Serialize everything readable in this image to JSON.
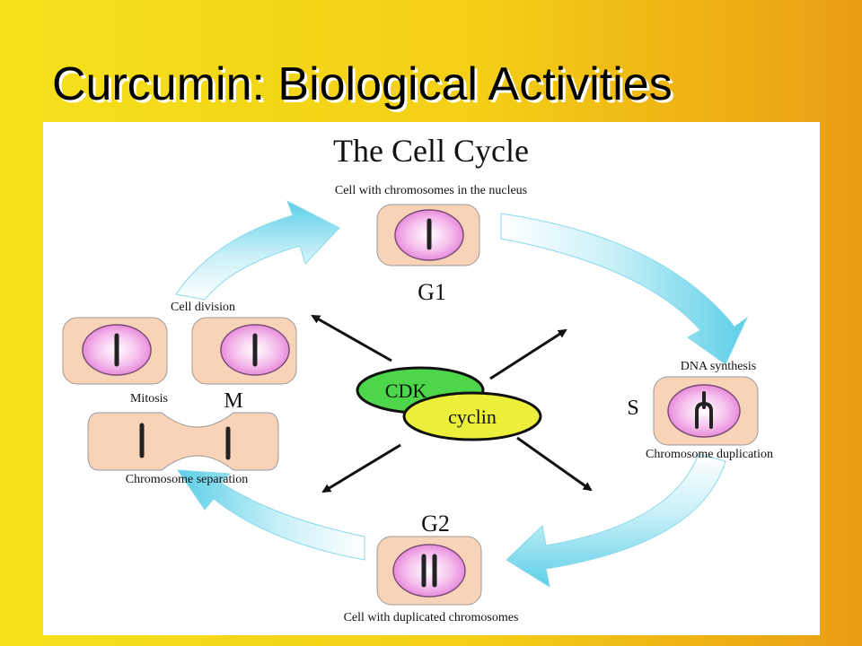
{
  "slide": {
    "title": "Curcumin: Biological Activities"
  },
  "diagram": {
    "title": "The Cell Cycle",
    "subtitle": "Cell with chromosomes in the nucleus",
    "phases": {
      "g1": "G1",
      "s": "S",
      "g2": "G2",
      "m": "M"
    },
    "labels": {
      "cell_division": "Cell division",
      "mitosis": "Mitosis",
      "chromosome_separation": "Chromosome separation",
      "dna_synthesis": "DNA synthesis",
      "chromosome_duplication": "Chromosome duplication",
      "duplicated": "Cell with duplicated chromosomes"
    },
    "center": {
      "cdk": "CDK",
      "cyclin": "cyclin"
    },
    "colors": {
      "cell_fill": "#f9d3b8",
      "nucleus_fill": "#f2a0e4",
      "arrow_fill": "#70d6ec",
      "cdk_fill": "#4ed64a",
      "cyclin_fill": "#ecf03a"
    }
  }
}
